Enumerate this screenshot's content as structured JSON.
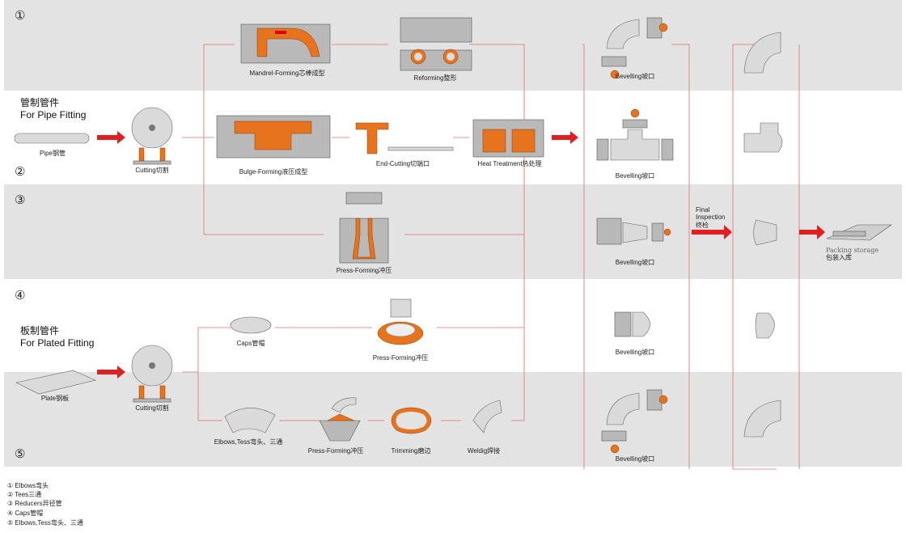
{
  "rows": [
    "①",
    "②",
    "③",
    "④",
    "⑤"
  ],
  "headers": {
    "pipe": {
      "cn": "管制管件",
      "en": "For Pipe Fitting"
    },
    "plate": {
      "cn": "板制管件",
      "en": "For Plated Fitting"
    }
  },
  "steps": {
    "mandrel": "Mandrel-Forming芯棒成型",
    "reforming": "Reforming整形",
    "pipe": "Pipe钢管",
    "cutting1": "Cutting切割",
    "bulge": "Bulge-Forming液压成型",
    "endcut": "End-Cutting切端口",
    "heat": "Heat Treatment热处理",
    "press1": "Press-Forming冲压",
    "caps": "Caps管帽",
    "press2": "Press-Forming冲压",
    "plate": "Plate钢板",
    "cutting2": "Cutting切割",
    "elbowstees": "Elbows,Tess弯头、三通",
    "press3": "Press-Forming冲压",
    "trimming": "Trimming磨边",
    "welding": "Weldig焊接",
    "bevel1": "Bevelling坡口",
    "bevel2": "Bevelling坡口",
    "bevel3": "Bevelling坡口",
    "bevel4": "Bevelling坡口",
    "bevel5": "Bevelling坡口",
    "final1": "Final",
    "final2": "Inspection",
    "final3": "终检",
    "packing_en": "Packing storage",
    "packing_cn": "包装入库"
  },
  "legend": [
    "①  Elbows弯头",
    "②  Tees三通",
    "③  Reducers异径管",
    "④  Caps管帽",
    "⑤  Elbows,Tess弯头、三通"
  ],
  "colors": {
    "band": "#e3e3e3",
    "accent": "#e8731f",
    "arrow": "#e02020",
    "line": "#e06c6c"
  }
}
